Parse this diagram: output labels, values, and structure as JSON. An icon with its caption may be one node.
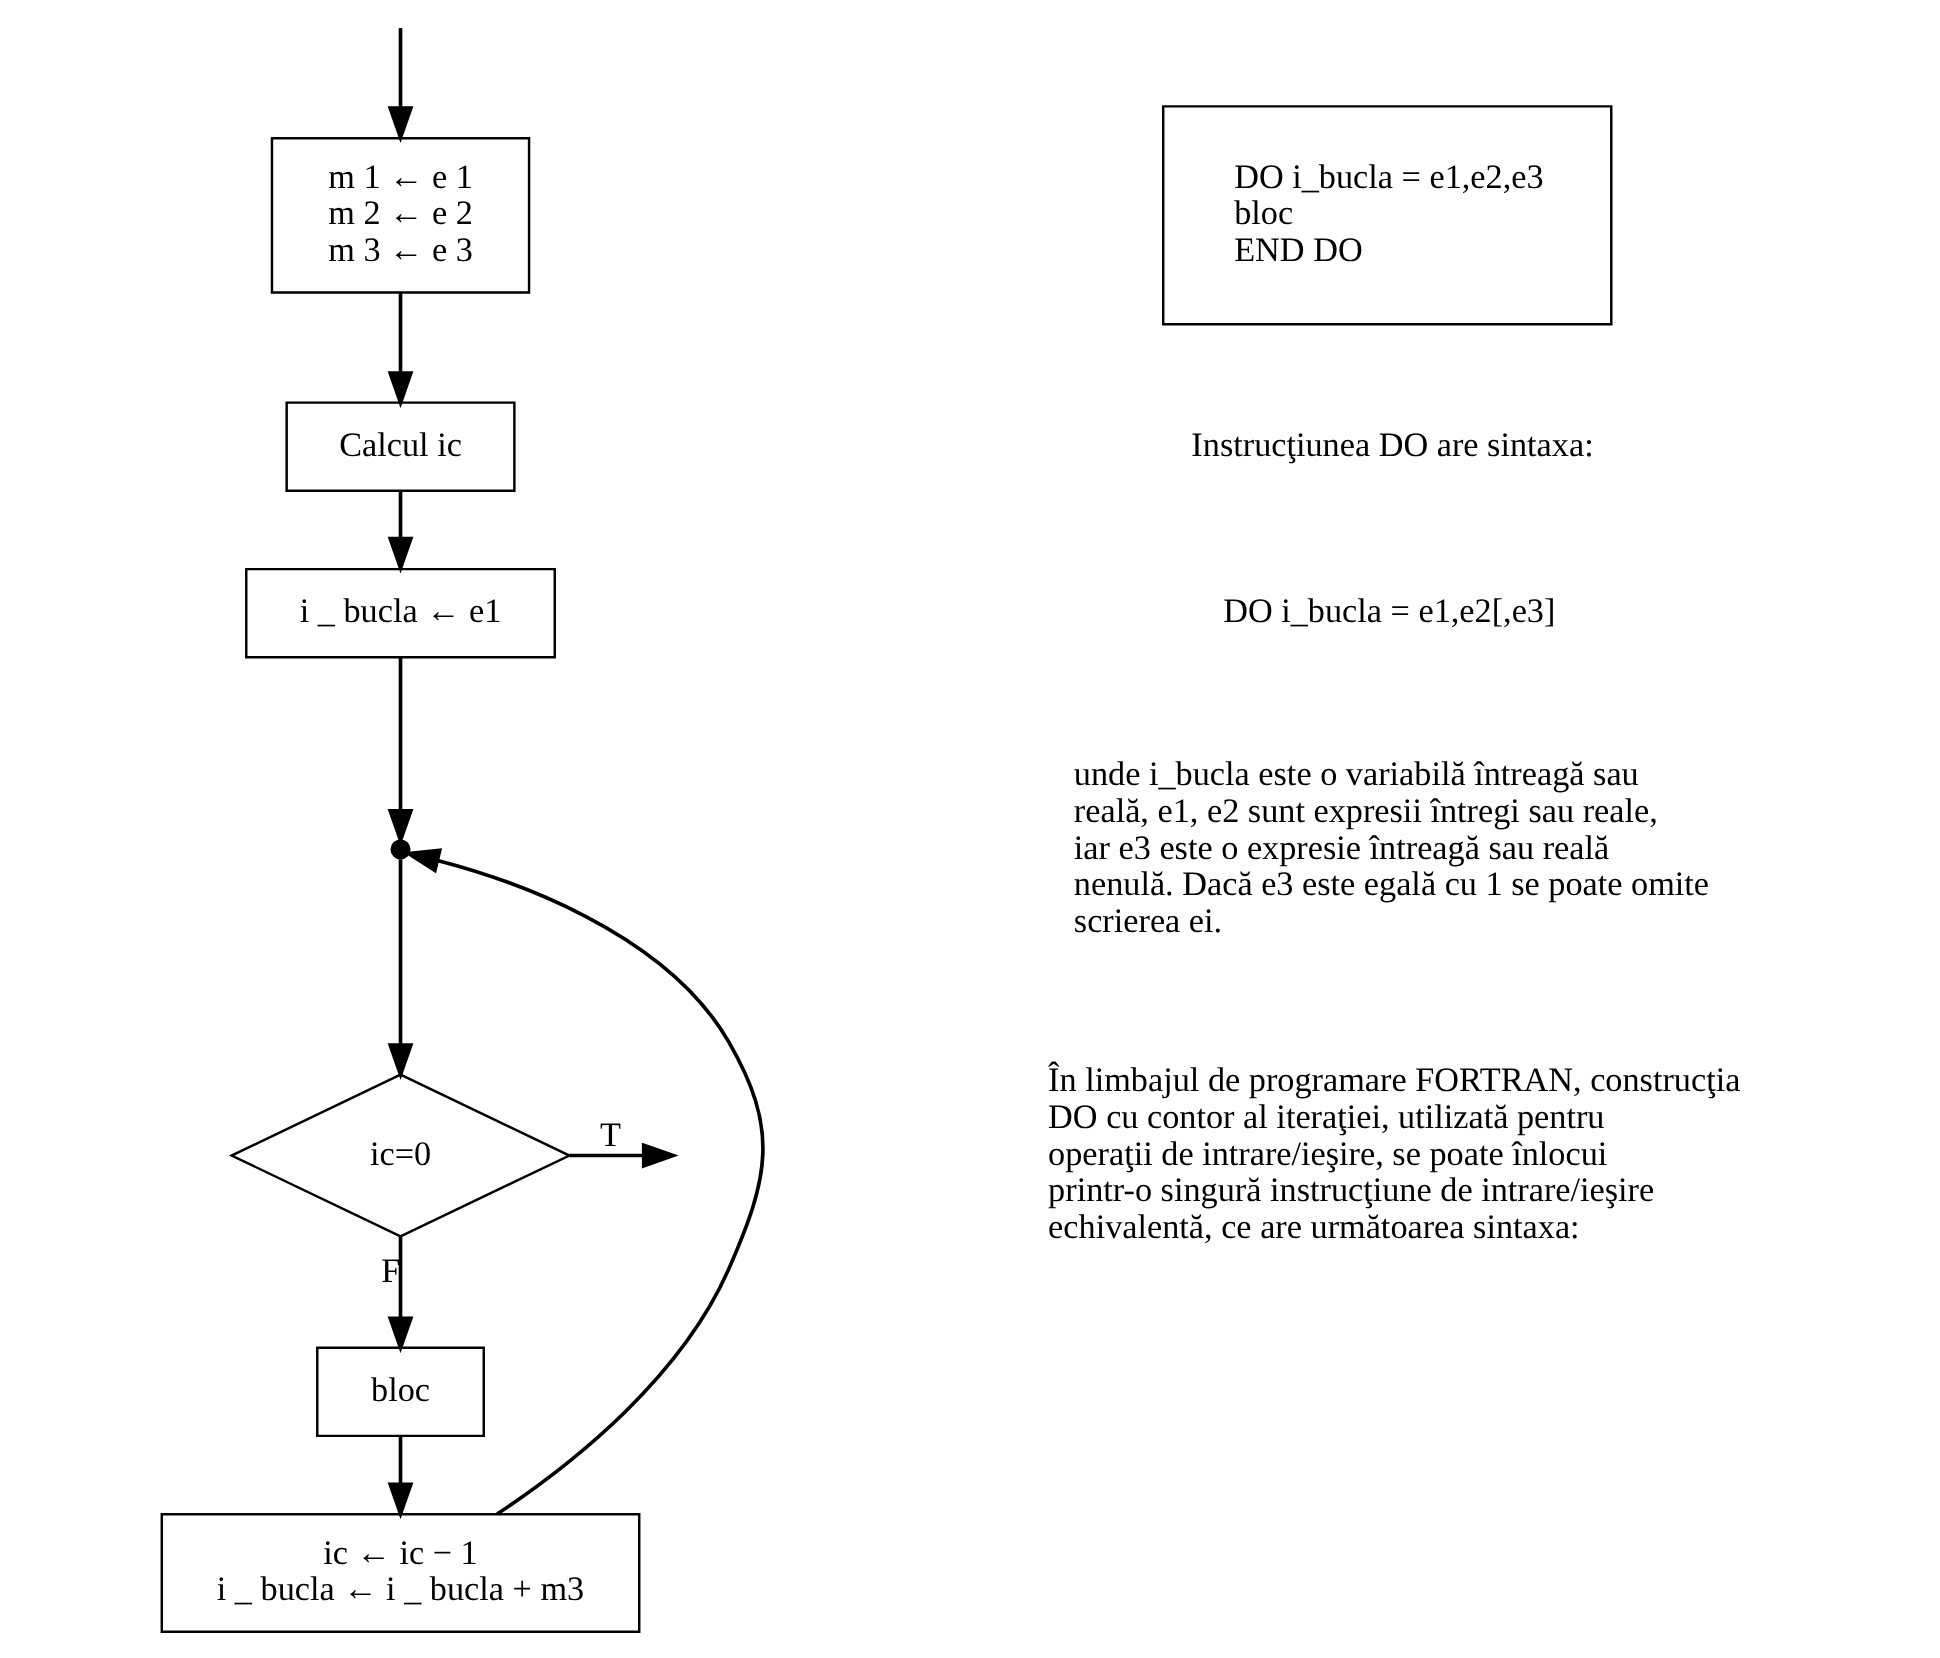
{
  "diagram": {
    "nodes": [
      {
        "text": [
          "m 1 ← e 1",
          "m 2 ← e 2",
          "m 3 ← e 3"
        ]
      },
      {
        "text": [
          "Calcul ic"
        ]
      },
      {
        "text": [
          "i _ bucla ← e1"
        ]
      },
      {
        "text": [],
        "shape": "circle"
      },
      {
        "text": [
          "ic=0"
        ]
      },
      {
        "text": [
          "bloc"
        ]
      },
      {
        "text": [
          "ic ← ic − 1",
          "i _ bucla ← i _ bucla + m3"
        ]
      },
      {
        "text": [
          "DO i_bucla = e1,e2,e3",
          "bloc",
          "END DO"
        ]
      }
    ],
    "edges": [
      {
        "from": null,
        "to": 0,
        "arrow": "to"
      },
      {
        "from": 0,
        "to": 1,
        "arrow": "to"
      },
      {
        "from": 1,
        "to": 2,
        "arrow": "to"
      },
      {
        "from": 2,
        "to": 3,
        "arrow": "to"
      },
      {
        "from": 3,
        "to": 4,
        "arrow": "to"
      },
      {
        "from": 4,
        "to": null,
        "arrow": "to",
        "label": "T"
      },
      {
        "from": 4,
        "to": 5,
        "arrow": "to",
        "label": "F"
      },
      {
        "from": 5,
        "to": 6,
        "arrow": "to"
      },
      {
        "from": 6,
        "to": 3,
        "arrow": "to"
      }
    ],
    "labels": [
      "Instrucţiunea DO are sintaxa:",
      "DO i_bucla = e1,e2[,e3]",
      "unde i_bucla este o variabilă întreagă sau reală, e1, e2 sunt expresii întregi sau reale, iar e3 este o expresie întreagă sau reală nenulă. Dacă e3 este egală cu 1 se poate omite scrierea ei.",
      "În limbajul de programare FORTRAN, construcţia DO cu contor al iteraţiei, utilizată pentru operaţii de intrare/ieşire, se poate înlocui printr-o singură instrucţiune de intrare/ieşire echivalentă, ce are următoarea sintaxa:"
    ]
  }
}
